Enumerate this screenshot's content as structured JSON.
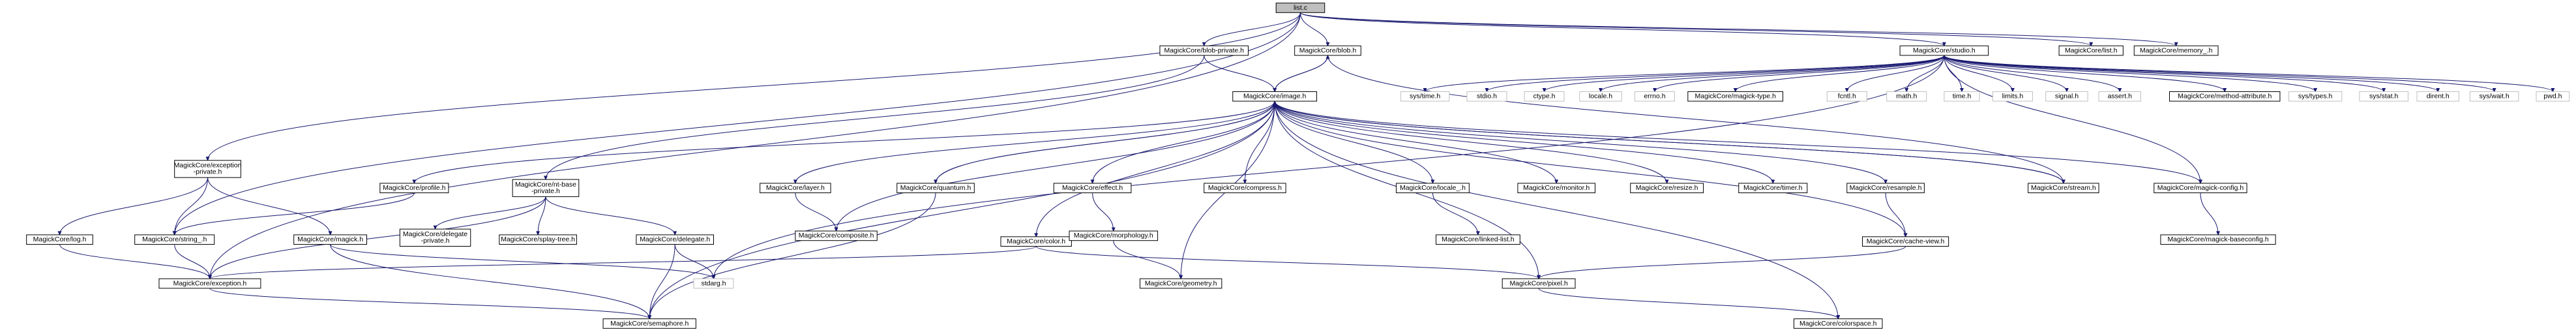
{
  "graph": {
    "nodes": [
      {
        "id": "list_c",
        "label": "list.c",
        "root": true
      },
      {
        "id": "exception_private_h",
        "label": [
          "MagickCore/exception",
          "-private.h"
        ]
      },
      {
        "id": "blob_private_h",
        "label": "MagickCore/blob-private.h"
      },
      {
        "id": "blob_h",
        "label": "MagickCore/blob.h"
      },
      {
        "id": "studio_h",
        "label": "MagickCore/studio.h"
      },
      {
        "id": "list_h",
        "label": "MagickCore/list.h"
      },
      {
        "id": "memory_h",
        "label": "MagickCore/memory_.h"
      },
      {
        "id": "image_h",
        "label": "MagickCore/image.h"
      },
      {
        "id": "nt_base_private_h",
        "label": [
          "MagickCore/nt-base",
          "-private.h"
        ]
      },
      {
        "id": "profile_h",
        "label": "MagickCore/profile.h"
      },
      {
        "id": "log_h",
        "label": "MagickCore/log.h"
      },
      {
        "id": "string_h",
        "label": "MagickCore/string_.h"
      },
      {
        "id": "magick_h",
        "label": "MagickCore/magick.h"
      },
      {
        "id": "exception_h",
        "label": "MagickCore/exception.h"
      },
      {
        "id": "delegate_private_h",
        "label": [
          "MagickCore/delegate",
          "-private.h"
        ]
      },
      {
        "id": "splay_tree_h",
        "label": "MagickCore/splay-tree.h"
      },
      {
        "id": "delegate_h",
        "label": "MagickCore/delegate.h"
      },
      {
        "id": "stdarg_h",
        "label": "stdarg.h",
        "ghost": true
      },
      {
        "id": "semaphore_h",
        "label": "MagickCore/semaphore.h"
      },
      {
        "id": "layer_h",
        "label": "MagickCore/layer.h"
      },
      {
        "id": "quantum_h",
        "label": "MagickCore/quantum.h"
      },
      {
        "id": "effect_h",
        "label": "MagickCore/effect.h"
      },
      {
        "id": "compress_h",
        "label": "MagickCore/compress.h"
      },
      {
        "id": "locale_h",
        "label": "MagickCore/locale_.h"
      },
      {
        "id": "monitor_h",
        "label": "MagickCore/monitor.h"
      },
      {
        "id": "resize_h",
        "label": "MagickCore/resize.h"
      },
      {
        "id": "timer_h",
        "label": "MagickCore/timer.h"
      },
      {
        "id": "resample_h",
        "label": "MagickCore/resample.h"
      },
      {
        "id": "stream_h",
        "label": "MagickCore/stream.h"
      },
      {
        "id": "magick_config_h",
        "label": "MagickCore/magick-config.h"
      },
      {
        "id": "composite_h",
        "label": "MagickCore/composite.h"
      },
      {
        "id": "color_h",
        "label": "MagickCore/color.h"
      },
      {
        "id": "morphology_h",
        "label": "MagickCore/morphology.h"
      },
      {
        "id": "geometry_h",
        "label": "MagickCore/geometry.h"
      },
      {
        "id": "linked_list_h",
        "label": "MagickCore/linked-list.h"
      },
      {
        "id": "cache_view_h",
        "label": "MagickCore/cache-view.h"
      },
      {
        "id": "pixel_h",
        "label": "MagickCore/pixel.h"
      },
      {
        "id": "colorspace_h",
        "label": "MagickCore/colorspace.h"
      },
      {
        "id": "magick_baseconfig_h",
        "label": "MagickCore/magick-baseconfig.h"
      },
      {
        "id": "sys_time_h",
        "label": "sys/time.h",
        "ghost": true
      },
      {
        "id": "stdio_h",
        "label": "stdio.h",
        "ghost": true
      },
      {
        "id": "ctype_h",
        "label": "ctype.h",
        "ghost": true
      },
      {
        "id": "locale_sys_h",
        "label": "locale.h",
        "ghost": true
      },
      {
        "id": "errno_h",
        "label": "errno.h",
        "ghost": true
      },
      {
        "id": "magick_type_h",
        "label": "MagickCore/magick-type.h"
      },
      {
        "id": "fcntl_h",
        "label": "fcntl.h",
        "ghost": true
      },
      {
        "id": "math_h",
        "label": "math.h",
        "ghost": true
      },
      {
        "id": "time_h",
        "label": "time.h",
        "ghost": true
      },
      {
        "id": "limits_h",
        "label": "limits.h",
        "ghost": true
      },
      {
        "id": "signal_h",
        "label": "signal.h",
        "ghost": true
      },
      {
        "id": "assert_h",
        "label": "assert.h",
        "ghost": true
      },
      {
        "id": "method_attribute_h",
        "label": "MagickCore/method-attribute.h"
      },
      {
        "id": "sys_types_h",
        "label": "sys/types.h",
        "ghost": true
      },
      {
        "id": "sys_stat_h",
        "label": "sys/stat.h",
        "ghost": true
      },
      {
        "id": "dirent_h",
        "label": "dirent.h",
        "ghost": true
      },
      {
        "id": "sys_wait_h",
        "label": "sys/wait.h",
        "ghost": true
      },
      {
        "id": "pwd_h",
        "label": "pwd.h",
        "ghost": true
      }
    ],
    "edges": [
      [
        "list_c",
        "exception_private_h"
      ],
      [
        "list_c",
        "blob_private_h"
      ],
      [
        "list_c",
        "blob_h"
      ],
      [
        "list_c",
        "studio_h"
      ],
      [
        "list_c",
        "list_h"
      ],
      [
        "list_c",
        "memory_h"
      ],
      [
        "list_c",
        "exception_h"
      ],
      [
        "list_c",
        "string_h"
      ],
      [
        "blob_private_h",
        "image_h"
      ],
      [
        "blob_private_h",
        "nt_base_private_h"
      ],
      [
        "blob_h",
        "image_h"
      ],
      [
        "blob_h",
        "stream_h"
      ],
      [
        "studio_h",
        "sys_time_h"
      ],
      [
        "studio_h",
        "stdio_h"
      ],
      [
        "studio_h",
        "ctype_h"
      ],
      [
        "studio_h",
        "locale_sys_h"
      ],
      [
        "studio_h",
        "errno_h"
      ],
      [
        "studio_h",
        "magick_type_h"
      ],
      [
        "studio_h",
        "fcntl_h"
      ],
      [
        "studio_h",
        "math_h"
      ],
      [
        "studio_h",
        "time_h"
      ],
      [
        "studio_h",
        "limits_h"
      ],
      [
        "studio_h",
        "signal_h"
      ],
      [
        "studio_h",
        "assert_h"
      ],
      [
        "studio_h",
        "method_attribute_h"
      ],
      [
        "studio_h",
        "sys_types_h"
      ],
      [
        "studio_h",
        "sys_stat_h"
      ],
      [
        "studio_h",
        "dirent_h"
      ],
      [
        "studio_h",
        "sys_wait_h"
      ],
      [
        "studio_h",
        "pwd_h"
      ],
      [
        "studio_h",
        "magick_config_h"
      ],
      [
        "studio_h",
        "stdarg_h"
      ],
      [
        "image_h",
        "blob_h"
      ],
      [
        "image_h",
        "profile_h"
      ],
      [
        "image_h",
        "layer_h"
      ],
      [
        "image_h",
        "quantum_h"
      ],
      [
        "image_h",
        "effect_h"
      ],
      [
        "image_h",
        "compress_h"
      ],
      [
        "image_h",
        "locale_h"
      ],
      [
        "image_h",
        "monitor_h"
      ],
      [
        "image_h",
        "resize_h"
      ],
      [
        "image_h",
        "timer_h"
      ],
      [
        "image_h",
        "resample_h"
      ],
      [
        "image_h",
        "stream_h"
      ],
      [
        "image_h",
        "magick_config_h"
      ],
      [
        "image_h",
        "composite_h"
      ],
      [
        "image_h",
        "color_h"
      ],
      [
        "image_h",
        "geometry_h"
      ],
      [
        "image_h",
        "cache_view_h"
      ],
      [
        "image_h",
        "pixel_h"
      ],
      [
        "image_h",
        "colorspace_h"
      ],
      [
        "image_h",
        "semaphore_h"
      ],
      [
        "quantum_h",
        "image_h"
      ],
      [
        "quantum_h",
        "semaphore_h"
      ],
      [
        "stream_h",
        "image_h"
      ],
      [
        "exception_private_h",
        "log_h"
      ],
      [
        "exception_private_h",
        "string_h"
      ],
      [
        "exception_private_h",
        "magick_h"
      ],
      [
        "nt_base_private_h",
        "delegate_private_h"
      ],
      [
        "nt_base_private_h",
        "splay_tree_h"
      ],
      [
        "nt_base_private_h",
        "delegate_h"
      ],
      [
        "nt_base_private_h",
        "exception_h"
      ],
      [
        "profile_h",
        "string_h"
      ],
      [
        "log_h",
        "exception_h"
      ],
      [
        "string_h",
        "exception_h"
      ],
      [
        "magick_h",
        "semaphore_h"
      ],
      [
        "magick_h",
        "stdarg_h"
      ],
      [
        "delegate_h",
        "semaphore_h"
      ],
      [
        "delegate_h",
        "stdarg_h"
      ],
      [
        "exception_h",
        "semaphore_h"
      ],
      [
        "layer_h",
        "composite_h"
      ],
      [
        "effect_h",
        "morphology_h"
      ],
      [
        "morphology_h",
        "geometry_h"
      ],
      [
        "locale_h",
        "linked_list_h"
      ],
      [
        "resample_h",
        "cache_view_h"
      ],
      [
        "cache_view_h",
        "pixel_h"
      ],
      [
        "color_h",
        "pixel_h"
      ],
      [
        "color_h",
        "exception_h"
      ],
      [
        "pixel_h",
        "colorspace_h"
      ],
      [
        "magick_config_h",
        "magick_baseconfig_h"
      ]
    ]
  }
}
